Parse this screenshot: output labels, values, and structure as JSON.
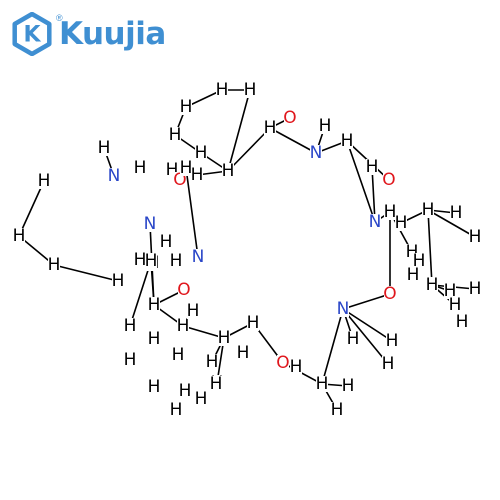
{
  "logo": {
    "text": "Kuujia",
    "mark_letter": "K",
    "registered": "®",
    "color": "#3f8fd2"
  },
  "structure": {
    "atom_colors": {
      "C": "#000000",
      "H": "#000000",
      "N": "#2a46c8",
      "O": "#e0171d"
    },
    "atoms": [
      {
        "el": "N"
      },
      {
        "el": "H"
      },
      {
        "el": "H"
      },
      {
        "el": "H"
      },
      {
        "el": "H"
      },
      {
        "el": "H"
      },
      {
        "el": "H"
      },
      {
        "el": "H"
      },
      {
        "el": "H"
      },
      {
        "el": "H"
      },
      {
        "el": "N"
      },
      {
        "el": "H"
      },
      {
        "el": "O"
      },
      {
        "el": "H"
      },
      {
        "el": "H"
      },
      {
        "el": "H"
      },
      {
        "el": "H"
      },
      {
        "el": "H"
      },
      {
        "el": "H"
      },
      {
        "el": "H"
      },
      {
        "el": "O"
      },
      {
        "el": "H"
      },
      {
        "el": "N"
      },
      {
        "el": "H"
      },
      {
        "el": "H"
      },
      {
        "el": "O"
      },
      {
        "el": "N"
      },
      {
        "el": "H"
      },
      {
        "el": "H"
      },
      {
        "el": "H"
      },
      {
        "el": "H"
      },
      {
        "el": "H"
      },
      {
        "el": "H"
      },
      {
        "el": "H"
      },
      {
        "el": "H"
      },
      {
        "el": "H"
      },
      {
        "el": "H"
      },
      {
        "el": "H"
      },
      {
        "el": "H"
      },
      {
        "el": "H"
      },
      {
        "el": "H"
      },
      {
        "el": "O"
      },
      {
        "el": "N"
      },
      {
        "el": "H"
      },
      {
        "el": "H"
      },
      {
        "el": "H"
      },
      {
        "el": "H"
      },
      {
        "el": "H"
      },
      {
        "el": "H"
      },
      {
        "el": "O"
      },
      {
        "el": "H"
      },
      {
        "el": "H"
      },
      {
        "el": "H"
      },
      {
        "el": "H"
      },
      {
        "el": "H"
      },
      {
        "el": "H"
      },
      {
        "el": "H"
      },
      {
        "el": "H"
      },
      {
        "el": "H"
      },
      {
        "el": "O"
      },
      {
        "el": "N"
      },
      {
        "el": "H"
      },
      {
        "el": "H"
      },
      {
        "el": "H"
      },
      {
        "el": "H"
      },
      {
        "el": "H"
      },
      {
        "el": "H"
      },
      {
        "el": "H"
      },
      {
        "el": "H"
      },
      {
        "el": "H"
      },
      {
        "el": "H"
      },
      {
        "el": "H"
      },
      {
        "el": "H"
      }
    ]
  }
}
